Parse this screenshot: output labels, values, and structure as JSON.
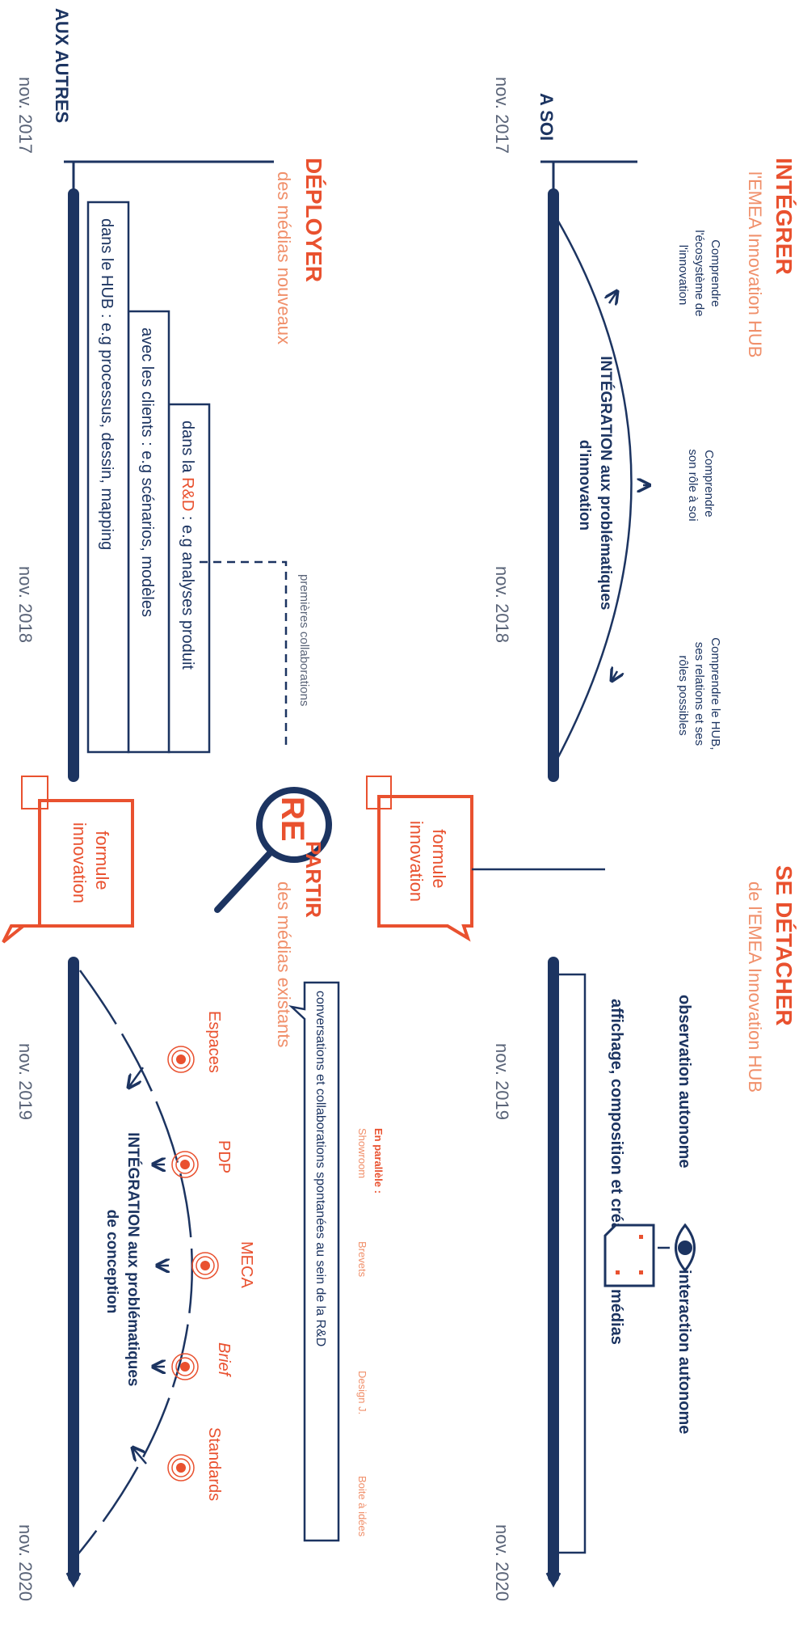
{
  "colors": {
    "navy": "#1c3461",
    "orange": "#e9512f",
    "peach": "#f08f6a",
    "grey": "#5a6478"
  },
  "top_timeline": {
    "label": "A SOI",
    "phase1": {
      "title": "INTÉGRER",
      "subtitle": "l'EMEA Innovation HUB"
    },
    "phase2": {
      "title": "SE DÉTACHER",
      "subtitle": "de l'EMEA Innovation HUB"
    },
    "steps": [
      {
        "lines": [
          "Comprendre",
          "l'écosystème de",
          "l'innovation"
        ]
      },
      {
        "lines": [
          "Comprendre",
          "son rôle à soi"
        ]
      },
      {
        "lines": [
          "Comprendre le HUB,",
          "ses relations et ses",
          "rôles possibles"
        ]
      }
    ],
    "integration": {
      "line1": "INTÉGRATION aux problématiques",
      "line2": "d'innovation"
    },
    "detach": {
      "observation": "observation autonome",
      "interaction": "interaction autonome",
      "creation": "affichage, composition et création de médias",
      "eye_icon": "eye-icon",
      "doc_icon": "document-icon"
    },
    "formula": [
      "formule",
      "innovation"
    ]
  },
  "bottom_timeline": {
    "label": "AUX AUTRES",
    "phase1": {
      "title": "DÉPLOYER",
      "subtitle": "des médias nouveaux"
    },
    "phase2": {
      "title_re": "RE",
      "title_rest": "PARTIR",
      "subtitle": "des médias existants"
    },
    "boxes": [
      {
        "prefix": "dans la ",
        "highlight": "R&D",
        "suffix": " : e.g analyses produit"
      },
      {
        "prefix": "avec les clients : e.g scénarios, modèles",
        "highlight": "",
        "suffix": ""
      },
      {
        "prefix": "dans le HUB : e.g processus, dessin, mapping",
        "highlight": "",
        "suffix": ""
      }
    ],
    "first_collab": "premières collaborations",
    "spontaneous": "conversations et collaborations spontanées au sein de la R&D",
    "parallel": {
      "title": "En parallèle :",
      "items": [
        "Showroom",
        "Brevets",
        "Design J.",
        "Boite à idées"
      ]
    },
    "targets": [
      "Espaces",
      "PDP",
      "MECA",
      "Brief",
      "Standards"
    ],
    "integration": {
      "line1": "INTÉGRATION aux problématiques",
      "line2": "de conception"
    },
    "formula": [
      "formule",
      "innovation"
    ],
    "magnifier_icon": "magnifier-icon"
  },
  "dates": [
    "nov. 2017",
    "nov. 2018",
    "nov. 2019",
    "nov. 2020"
  ]
}
